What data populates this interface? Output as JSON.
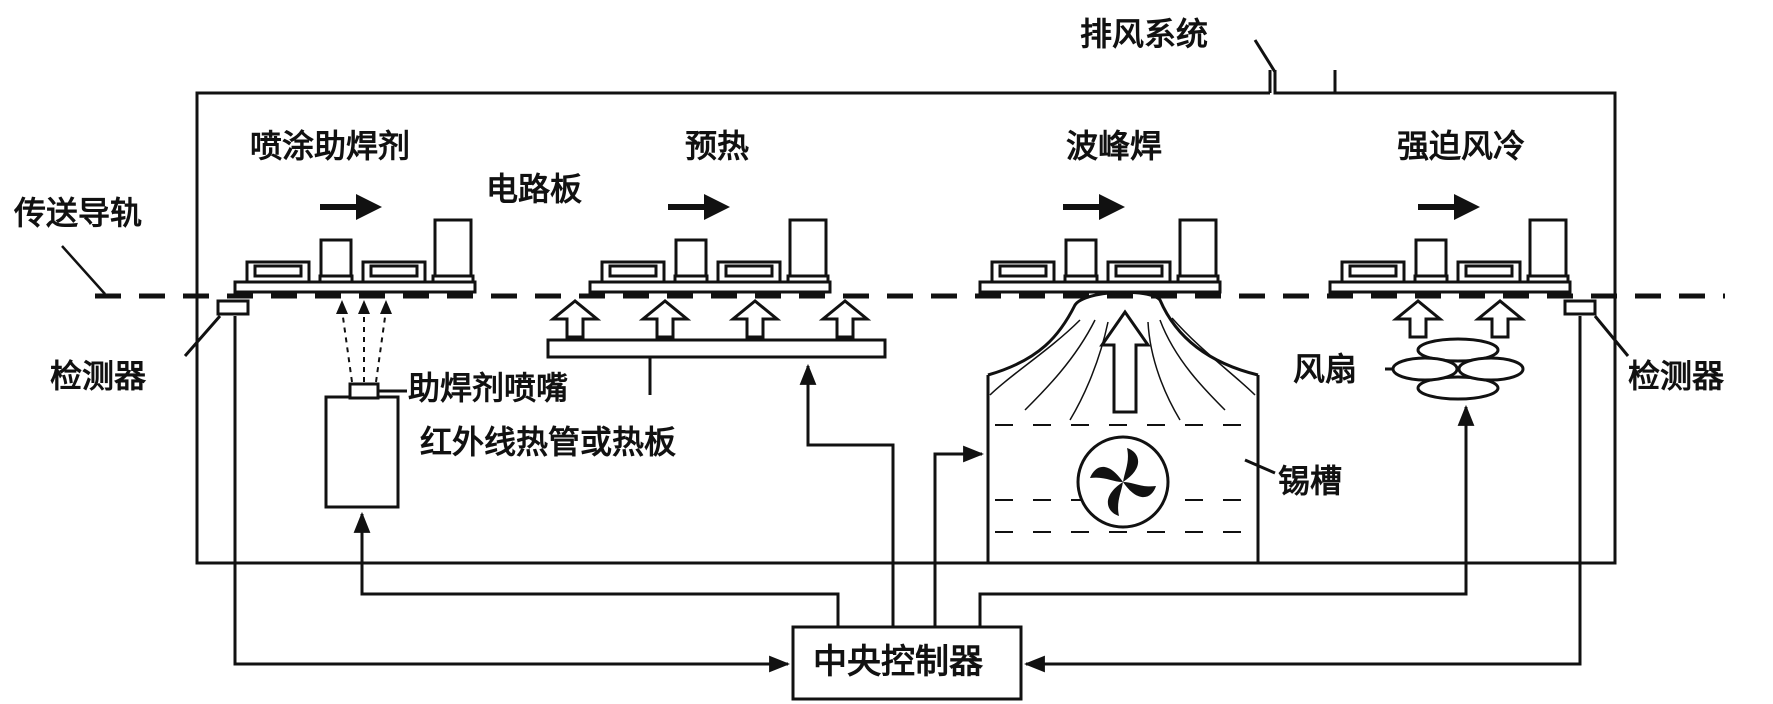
{
  "labels": {
    "exhaust": "排风系统",
    "spray_flux": "喷涂助焊剂",
    "pcb": "电路板",
    "preheat": "预热",
    "wave_solder": "波峰焊",
    "forced_air_cool": "强迫风冷",
    "conveyor_rail": "传送导轨",
    "detector_left": "检测器",
    "detector_right": "检测器",
    "flux_nozzle": "助焊剂喷嘴",
    "ir_heater": "红外线热管或热板",
    "fan": "风扇",
    "solder_tank": "锡槽",
    "controller": "中央控制器"
  },
  "colors": {
    "ink": "#111111",
    "background": "#ffffff"
  },
  "icons": {
    "direction_arrow": "right-arrow-icon",
    "heat_arrow": "up-hollow-arrow-icon",
    "pump": "impeller-icon",
    "fan": "fan-blades-icon"
  }
}
